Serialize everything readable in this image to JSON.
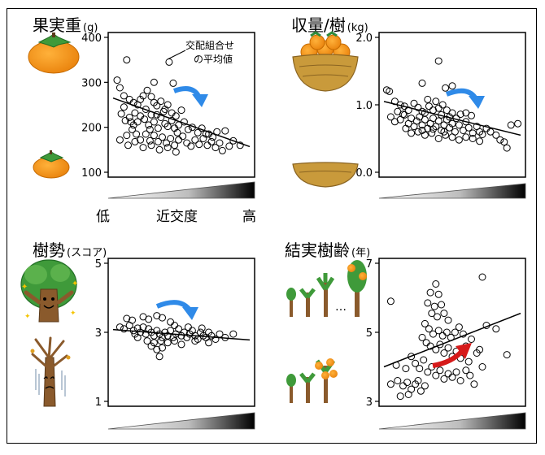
{
  "chart_data": [
    {
      "type": "scatter",
      "title": "果実重",
      "unit": "(g)",
      "ylim": [
        100,
        400
      ],
      "yticks": [
        100,
        200,
        300,
        400
      ],
      "annotation": [
        "交配組合せ",
        "の平均値"
      ],
      "trend": [
        [
          0,
          265
        ],
        [
          1,
          157
        ]
      ],
      "points": [
        [
          0.1,
          350
        ],
        [
          0.41,
          345
        ],
        [
          0.03,
          305
        ],
        [
          0.05,
          288
        ],
        [
          0.08,
          270
        ],
        [
          0.12,
          262
        ],
        [
          0.15,
          255
        ],
        [
          0.18,
          250
        ],
        [
          0.2,
          262
        ],
        [
          0.22,
          270
        ],
        [
          0.25,
          282
        ],
        [
          0.28,
          268
        ],
        [
          0.3,
          255
        ],
        [
          0.32,
          248
        ],
        [
          0.35,
          258
        ],
        [
          0.38,
          240
        ],
        [
          0.4,
          250
        ],
        [
          0.43,
          232
        ],
        [
          0.46,
          225
        ],
        [
          0.5,
          238
        ],
        [
          0.3,
          300
        ],
        [
          0.44,
          298
        ],
        [
          0.06,
          230
        ],
        [
          0.09,
          215
        ],
        [
          0.12,
          222
        ],
        [
          0.15,
          205
        ],
        [
          0.18,
          212
        ],
        [
          0.2,
          225
        ],
        [
          0.23,
          218
        ],
        [
          0.26,
          205
        ],
        [
          0.28,
          228
        ],
        [
          0.3,
          212
        ],
        [
          0.33,
          198
        ],
        [
          0.35,
          222
        ],
        [
          0.38,
          208
        ],
        [
          0.4,
          202
        ],
        [
          0.43,
          215
        ],
        [
          0.45,
          198
        ],
        [
          0.48,
          205
        ],
        [
          0.52,
          212
        ],
        [
          0.55,
          195
        ],
        [
          0.58,
          200
        ],
        [
          0.62,
          188
        ],
        [
          0.65,
          198
        ],
        [
          0.7,
          185
        ],
        [
          0.76,
          190
        ],
        [
          0.82,
          192
        ],
        [
          0.88,
          170
        ],
        [
          0.93,
          160
        ],
        [
          0.1,
          182
        ],
        [
          0.14,
          195
        ],
        [
          0.17,
          185
        ],
        [
          0.2,
          172
        ],
        [
          0.24,
          185
        ],
        [
          0.27,
          170
        ],
        [
          0.3,
          182
        ],
        [
          0.33,
          168
        ],
        [
          0.36,
          178
        ],
        [
          0.39,
          165
        ],
        [
          0.42,
          175
        ],
        [
          0.45,
          160
        ],
        [
          0.48,
          172
        ],
        [
          0.51,
          180
        ],
        [
          0.54,
          165
        ],
        [
          0.57,
          158
        ],
        [
          0.6,
          172
        ],
        [
          0.63,
          162
        ],
        [
          0.66,
          175
        ],
        [
          0.69,
          160
        ],
        [
          0.72,
          168
        ],
        [
          0.75,
          155
        ],
        [
          0.78,
          165
        ],
        [
          0.8,
          148
        ],
        [
          0.85,
          158
        ],
        [
          0.05,
          172
        ],
        [
          0.11,
          160
        ],
        [
          0.16,
          168
        ],
        [
          0.22,
          155
        ],
        [
          0.28,
          160
        ],
        [
          0.34,
          150
        ],
        [
          0.4,
          155
        ],
        [
          0.46,
          145
        ],
        [
          0.68,
          185
        ],
        [
          0.73,
          178
        ],
        [
          0.08,
          245
        ],
        [
          0.16,
          232
        ],
        [
          0.24,
          240
        ],
        [
          0.32,
          228
        ],
        [
          0.37,
          235
        ],
        [
          0.13,
          212
        ],
        [
          0.27,
          195
        ],
        [
          0.47,
          188
        ]
      ]
    },
    {
      "type": "scatter",
      "title": "収量/樹",
      "unit": "(kg)",
      "ylim": [
        0.0,
        2.0
      ],
      "yticks": [
        0.0,
        1.0,
        2.0
      ],
      "ytick_labels": [
        "0.0",
        "1.0",
        "2.0"
      ],
      "trend": [
        [
          0,
          1.05
        ],
        [
          1,
          0.55
        ]
      ],
      "points": [
        [
          0.4,
          1.65
        ],
        [
          0.02,
          1.22
        ],
        [
          0.04,
          1.2
        ],
        [
          0.28,
          1.32
        ],
        [
          0.45,
          1.25
        ],
        [
          0.5,
          1.28
        ],
        [
          0.08,
          1.05
        ],
        [
          0.12,
          1.0
        ],
        [
          0.15,
          0.98
        ],
        [
          0.18,
          0.92
        ],
        [
          0.22,
          1.02
        ],
        [
          0.25,
          0.96
        ],
        [
          0.28,
          0.9
        ],
        [
          0.3,
          0.88
        ],
        [
          0.33,
          0.98
        ],
        [
          0.36,
          0.92
        ],
        [
          0.4,
          0.95
        ],
        [
          0.43,
          1.0
        ],
        [
          0.46,
          0.92
        ],
        [
          0.5,
          0.88
        ],
        [
          0.05,
          0.82
        ],
        [
          0.08,
          0.75
        ],
        [
          0.12,
          0.78
        ],
        [
          0.15,
          0.85
        ],
        [
          0.18,
          0.72
        ],
        [
          0.2,
          0.8
        ],
        [
          0.22,
          0.68
        ],
        [
          0.24,
          0.76
        ],
        [
          0.26,
          0.82
        ],
        [
          0.28,
          0.7
        ],
        [
          0.3,
          0.78
        ],
        [
          0.32,
          0.65
        ],
        [
          0.34,
          0.72
        ],
        [
          0.36,
          0.8
        ],
        [
          0.38,
          0.68
        ],
        [
          0.4,
          0.76
        ],
        [
          0.42,
          0.62
        ],
        [
          0.44,
          0.7
        ],
        [
          0.46,
          0.78
        ],
        [
          0.48,
          0.66
        ],
        [
          0.5,
          0.72
        ],
        [
          0.52,
          0.6
        ],
        [
          0.55,
          0.7
        ],
        [
          0.58,
          0.62
        ],
        [
          0.6,
          0.75
        ],
        [
          0.62,
          0.66
        ],
        [
          0.65,
          0.58
        ],
        [
          0.68,
          0.68
        ],
        [
          0.7,
          0.6
        ],
        [
          0.72,
          0.56
        ],
        [
          0.75,
          0.65
        ],
        [
          0.78,
          0.6
        ],
        [
          0.82,
          0.55
        ],
        [
          0.85,
          0.48
        ],
        [
          0.88,
          0.45
        ],
        [
          0.9,
          0.36
        ],
        [
          0.93,
          0.7
        ],
        [
          0.98,
          0.72
        ],
        [
          0.2,
          0.58
        ],
        [
          0.25,
          0.6
        ],
        [
          0.3,
          0.55
        ],
        [
          0.35,
          0.58
        ],
        [
          0.4,
          0.5
        ],
        [
          0.45,
          0.55
        ],
        [
          0.5,
          0.52
        ],
        [
          0.55,
          0.48
        ],
        [
          0.6,
          0.52
        ],
        [
          0.65,
          0.5
        ],
        [
          0.7,
          0.46
        ],
        [
          0.32,
          1.08
        ],
        [
          0.38,
          1.05
        ],
        [
          0.42,
          0.85
        ],
        [
          0.48,
          0.82
        ],
        [
          0.53,
          0.8
        ],
        [
          0.56,
          0.86
        ],
        [
          0.1,
          0.9
        ],
        [
          0.14,
          0.86
        ],
        [
          0.6,
          0.88
        ],
        [
          0.64,
          0.84
        ],
        [
          0.16,
          0.65
        ],
        [
          0.28,
          0.62
        ],
        [
          0.36,
          0.64
        ],
        [
          0.44,
          0.6
        ]
      ]
    },
    {
      "type": "scatter",
      "title": "樹勢",
      "unit": "(スコア)",
      "ylim": [
        1,
        5
      ],
      "yticks": [
        1,
        3,
        5
      ],
      "trend": [
        [
          0,
          3.08
        ],
        [
          1,
          2.78
        ]
      ],
      "points": [
        [
          0.1,
          3.4
        ],
        [
          0.14,
          3.35
        ],
        [
          0.22,
          3.45
        ],
        [
          0.26,
          3.38
        ],
        [
          0.32,
          3.48
        ],
        [
          0.36,
          3.42
        ],
        [
          0.42,
          3.3
        ],
        [
          0.05,
          3.15
        ],
        [
          0.08,
          3.1
        ],
        [
          0.12,
          3.2
        ],
        [
          0.15,
          3.05
        ],
        [
          0.18,
          3.12
        ],
        [
          0.2,
          3.0
        ],
        [
          0.22,
          3.15
        ],
        [
          0.24,
          2.95
        ],
        [
          0.26,
          3.1
        ],
        [
          0.28,
          3.0
        ],
        [
          0.3,
          2.9
        ],
        [
          0.32,
          3.05
        ],
        [
          0.34,
          2.95
        ],
        [
          0.36,
          2.85
        ],
        [
          0.38,
          3.0
        ],
        [
          0.4,
          2.9
        ],
        [
          0.42,
          3.05
        ],
        [
          0.44,
          2.85
        ],
        [
          0.46,
          2.95
        ],
        [
          0.48,
          3.1
        ],
        [
          0.5,
          2.9
        ],
        [
          0.52,
          3.0
        ],
        [
          0.54,
          2.85
        ],
        [
          0.56,
          2.95
        ],
        [
          0.58,
          3.05
        ],
        [
          0.6,
          2.9
        ],
        [
          0.62,
          2.8
        ],
        [
          0.64,
          3.0
        ],
        [
          0.66,
          2.9
        ],
        [
          0.68,
          2.85
        ],
        [
          0.7,
          3.0
        ],
        [
          0.72,
          2.9
        ],
        [
          0.75,
          2.8
        ],
        [
          0.78,
          2.95
        ],
        [
          0.82,
          2.85
        ],
        [
          0.88,
          2.95
        ],
        [
          0.25,
          2.75
        ],
        [
          0.3,
          2.7
        ],
        [
          0.35,
          2.75
        ],
        [
          0.4,
          2.7
        ],
        [
          0.45,
          2.75
        ],
        [
          0.5,
          2.65
        ],
        [
          0.28,
          2.6
        ],
        [
          0.32,
          2.5
        ],
        [
          0.36,
          2.55
        ],
        [
          0.34,
          2.3
        ],
        [
          0.18,
          2.85
        ],
        [
          0.55,
          3.15
        ],
        [
          0.65,
          3.12
        ],
        [
          0.45,
          3.2
        ],
        [
          0.16,
          2.95
        ],
        [
          0.6,
          2.75
        ],
        [
          0.7,
          2.7
        ]
      ]
    },
    {
      "type": "scatter",
      "title": "結実樹齢",
      "unit": "(年)",
      "ylim": [
        3,
        7
      ],
      "yticks": [
        3,
        5,
        7
      ],
      "trend": [
        [
          0,
          4.0
        ],
        [
          1,
          5.55
        ]
      ],
      "points": [
        [
          0.05,
          5.9
        ],
        [
          0.72,
          6.6
        ],
        [
          0.38,
          6.4
        ],
        [
          0.34,
          6.15
        ],
        [
          0.4,
          6.1
        ],
        [
          0.32,
          5.85
        ],
        [
          0.37,
          5.75
        ],
        [
          0.42,
          5.8
        ],
        [
          0.35,
          5.55
        ],
        [
          0.39,
          5.45
        ],
        [
          0.44,
          5.55
        ],
        [
          0.47,
          5.35
        ],
        [
          0.3,
          5.25
        ],
        [
          0.33,
          5.1
        ],
        [
          0.36,
          4.95
        ],
        [
          0.4,
          5.05
        ],
        [
          0.43,
          4.9
        ],
        [
          0.46,
          5.0
        ],
        [
          0.49,
          4.85
        ],
        [
          0.52,
          5.0
        ],
        [
          0.28,
          4.85
        ],
        [
          0.31,
          4.7
        ],
        [
          0.34,
          4.6
        ],
        [
          0.38,
          4.5
        ],
        [
          0.41,
          4.65
        ],
        [
          0.44,
          4.4
        ],
        [
          0.47,
          4.55
        ],
        [
          0.5,
          4.3
        ],
        [
          0.53,
          4.45
        ],
        [
          0.56,
          4.25
        ],
        [
          0.6,
          4.6
        ],
        [
          0.64,
          4.8
        ],
        [
          0.68,
          4.4
        ],
        [
          0.75,
          5.2
        ],
        [
          0.82,
          5.1
        ],
        [
          0.9,
          4.35
        ],
        [
          0.72,
          4.0
        ],
        [
          0.2,
          4.3
        ],
        [
          0.23,
          4.1
        ],
        [
          0.26,
          3.95
        ],
        [
          0.29,
          4.2
        ],
        [
          0.32,
          3.85
        ],
        [
          0.35,
          4.0
        ],
        [
          0.38,
          3.75
        ],
        [
          0.41,
          3.9
        ],
        [
          0.44,
          3.65
        ],
        [
          0.47,
          3.8
        ],
        [
          0.5,
          3.7
        ],
        [
          0.53,
          3.85
        ],
        [
          0.56,
          3.6
        ],
        [
          0.6,
          3.9
        ],
        [
          0.63,
          3.75
        ],
        [
          0.66,
          3.5
        ],
        [
          0.1,
          3.6
        ],
        [
          0.14,
          3.45
        ],
        [
          0.17,
          3.55
        ],
        [
          0.2,
          3.35
        ],
        [
          0.23,
          3.5
        ],
        [
          0.27,
          3.3
        ],
        [
          0.3,
          3.45
        ],
        [
          0.05,
          3.5
        ],
        [
          0.18,
          3.2
        ],
        [
          0.12,
          3.15
        ],
        [
          0.25,
          3.6
        ],
        [
          0.16,
          3.95
        ],
        [
          0.09,
          4.05
        ],
        [
          0.55,
          5.15
        ],
        [
          0.58,
          4.95
        ],
        [
          0.62,
          4.15
        ],
        [
          0.7,
          4.5
        ]
      ]
    }
  ],
  "xaxis_labels": {
    "low": "低",
    "mid": "近交度",
    "high": "高"
  },
  "ellipsis": "…",
  "colors": {
    "blue_arrow": "#2f8ae8",
    "red_arrow": "#d61a1a",
    "persimmon": "#f4920f",
    "leaf": "#2e8a3c",
    "basket": "#c99a3b",
    "trunk": "#7a5230"
  }
}
